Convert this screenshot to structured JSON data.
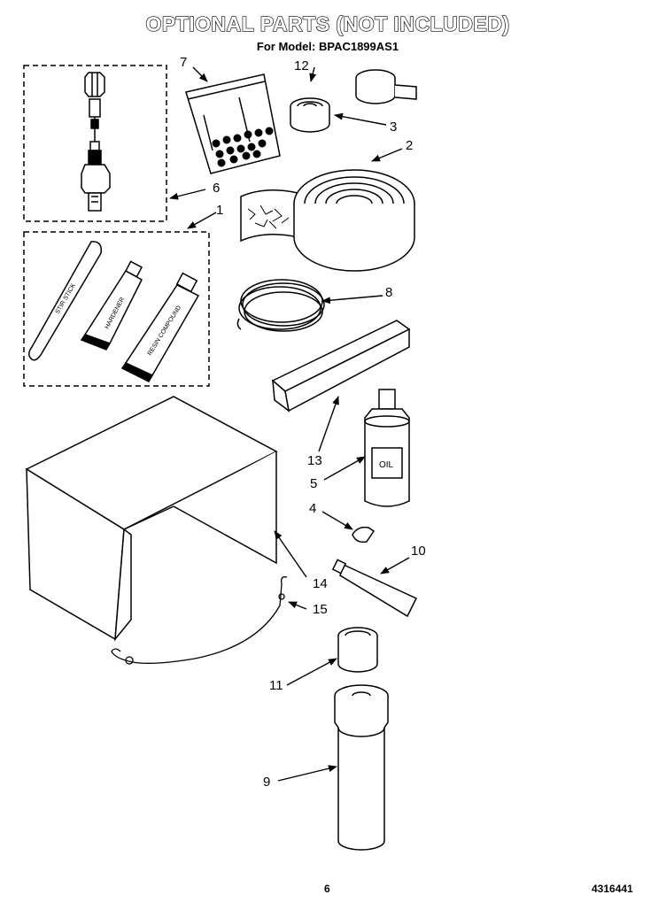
{
  "header": {
    "title": "OPTIONAL PARTS (NOT INCLUDED)",
    "subtitle": "For Model: BPAC1899AS1"
  },
  "footer": {
    "page_number": "6",
    "document_number": "4316441"
  },
  "parts_labels": {
    "stir_stick": "STIR STICK",
    "hardener": "HARDENER",
    "resin_compound": "RESIN COMPOUND",
    "oil": "OIL"
  },
  "callouts": {
    "c1": "1",
    "c2": "2",
    "c3": "3",
    "c4": "4",
    "c5": "5",
    "c6": "6",
    "c7": "7",
    "c8": "8",
    "c9": "9",
    "c10": "10",
    "c11": "11",
    "c12": "12",
    "c13": "13",
    "c14": "14",
    "c15": "15"
  }
}
